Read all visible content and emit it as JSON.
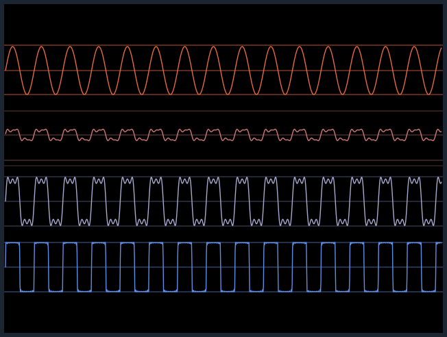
{
  "colors": {
    "frame": "#1c2633",
    "background": "#000000"
  },
  "traces": [
    {
      "name": "sine-wave",
      "wave": "sine",
      "cycles": 15.2,
      "amplitude": 1.0,
      "color": "#e8683f",
      "guide_color": "#b9553a",
      "guide_dim_color": "#5a3a36"
    },
    {
      "name": "harmonic-wave",
      "wave": "sine-plus-harmonic",
      "cycles": 15.2,
      "amplitude": 0.8,
      "color": "#cf7875",
      "guide_color": "#6b4545",
      "guide_dim_color": "#4a3434"
    },
    {
      "name": "overshoot-square-wave",
      "wave": "square-overshoot",
      "cycles": 15.2,
      "amplitude": 1.0,
      "color": "#a8a9cf",
      "guide_color": "#4a4c66",
      "guide_dim_color": "#3a3c55"
    },
    {
      "name": "square-wave",
      "wave": "square",
      "cycles": 15.2,
      "amplitude": 1.0,
      "color": "#5f8ee6",
      "guide_color": "#3f5f9a",
      "guide_dim_color": "#33466b"
    }
  ]
}
